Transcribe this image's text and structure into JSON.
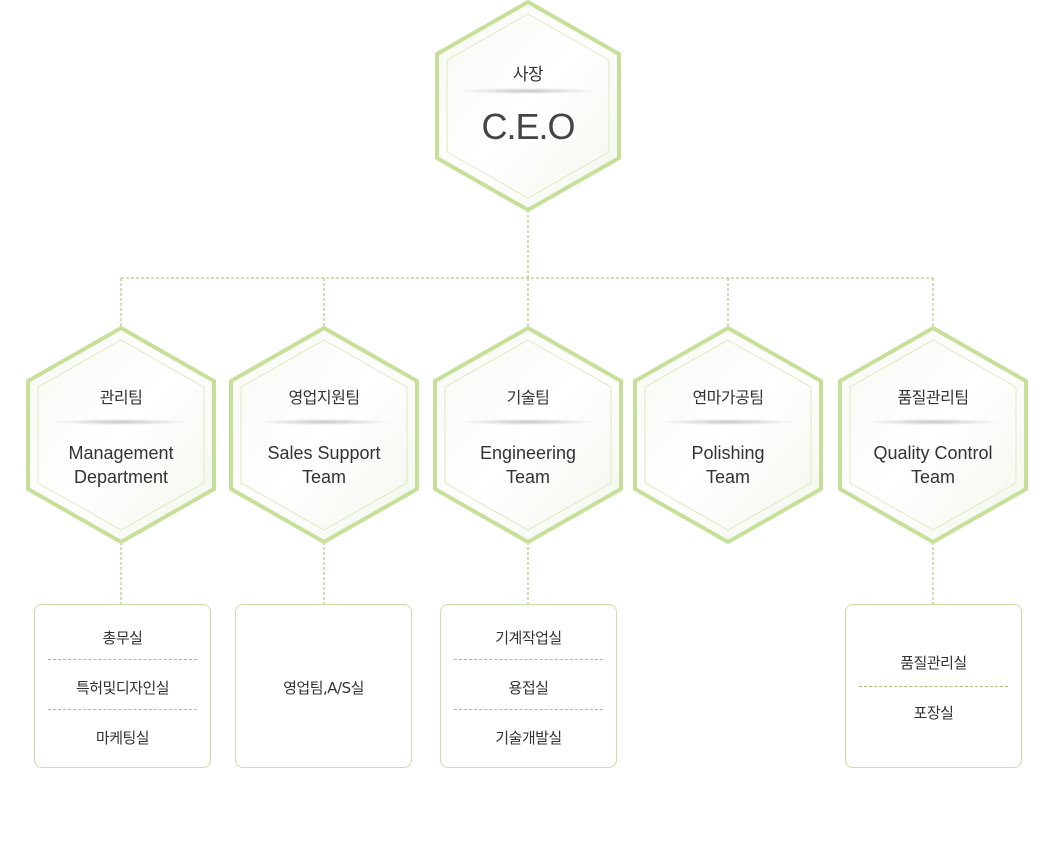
{
  "ceo": {
    "ko": "사장",
    "en": "C.E.O"
  },
  "teams": [
    {
      "ko": "관리팀",
      "en_lines": [
        "Management",
        "Department"
      ]
    },
    {
      "ko": "영업지원팀",
      "en_lines": [
        "Sales Support",
        "Team"
      ]
    },
    {
      "ko": "기술팀",
      "en_lines": [
        "Engineering",
        "Team"
      ]
    },
    {
      "ko": "연마가공팀",
      "en_lines": [
        "Polishing",
        "Team"
      ]
    },
    {
      "ko": "품질관리팀",
      "en_lines": [
        "Quality Control",
        "Team"
      ]
    }
  ],
  "sub_units": {
    "management": [
      "총무실",
      "특허및디자인실",
      "마케팅실"
    ],
    "sales_support": [
      "영업팀,A/S실"
    ],
    "engineering": [
      "기계작업실",
      "용접실",
      "기술개발실"
    ],
    "quality_control": [
      "품질관리실",
      "포장실"
    ]
  },
  "colors": {
    "hex_border": "#c6e09a",
    "hex_inner_border": "#dcebc4",
    "connector": "#9cc46a",
    "box_border": "#c9dfa8"
  }
}
